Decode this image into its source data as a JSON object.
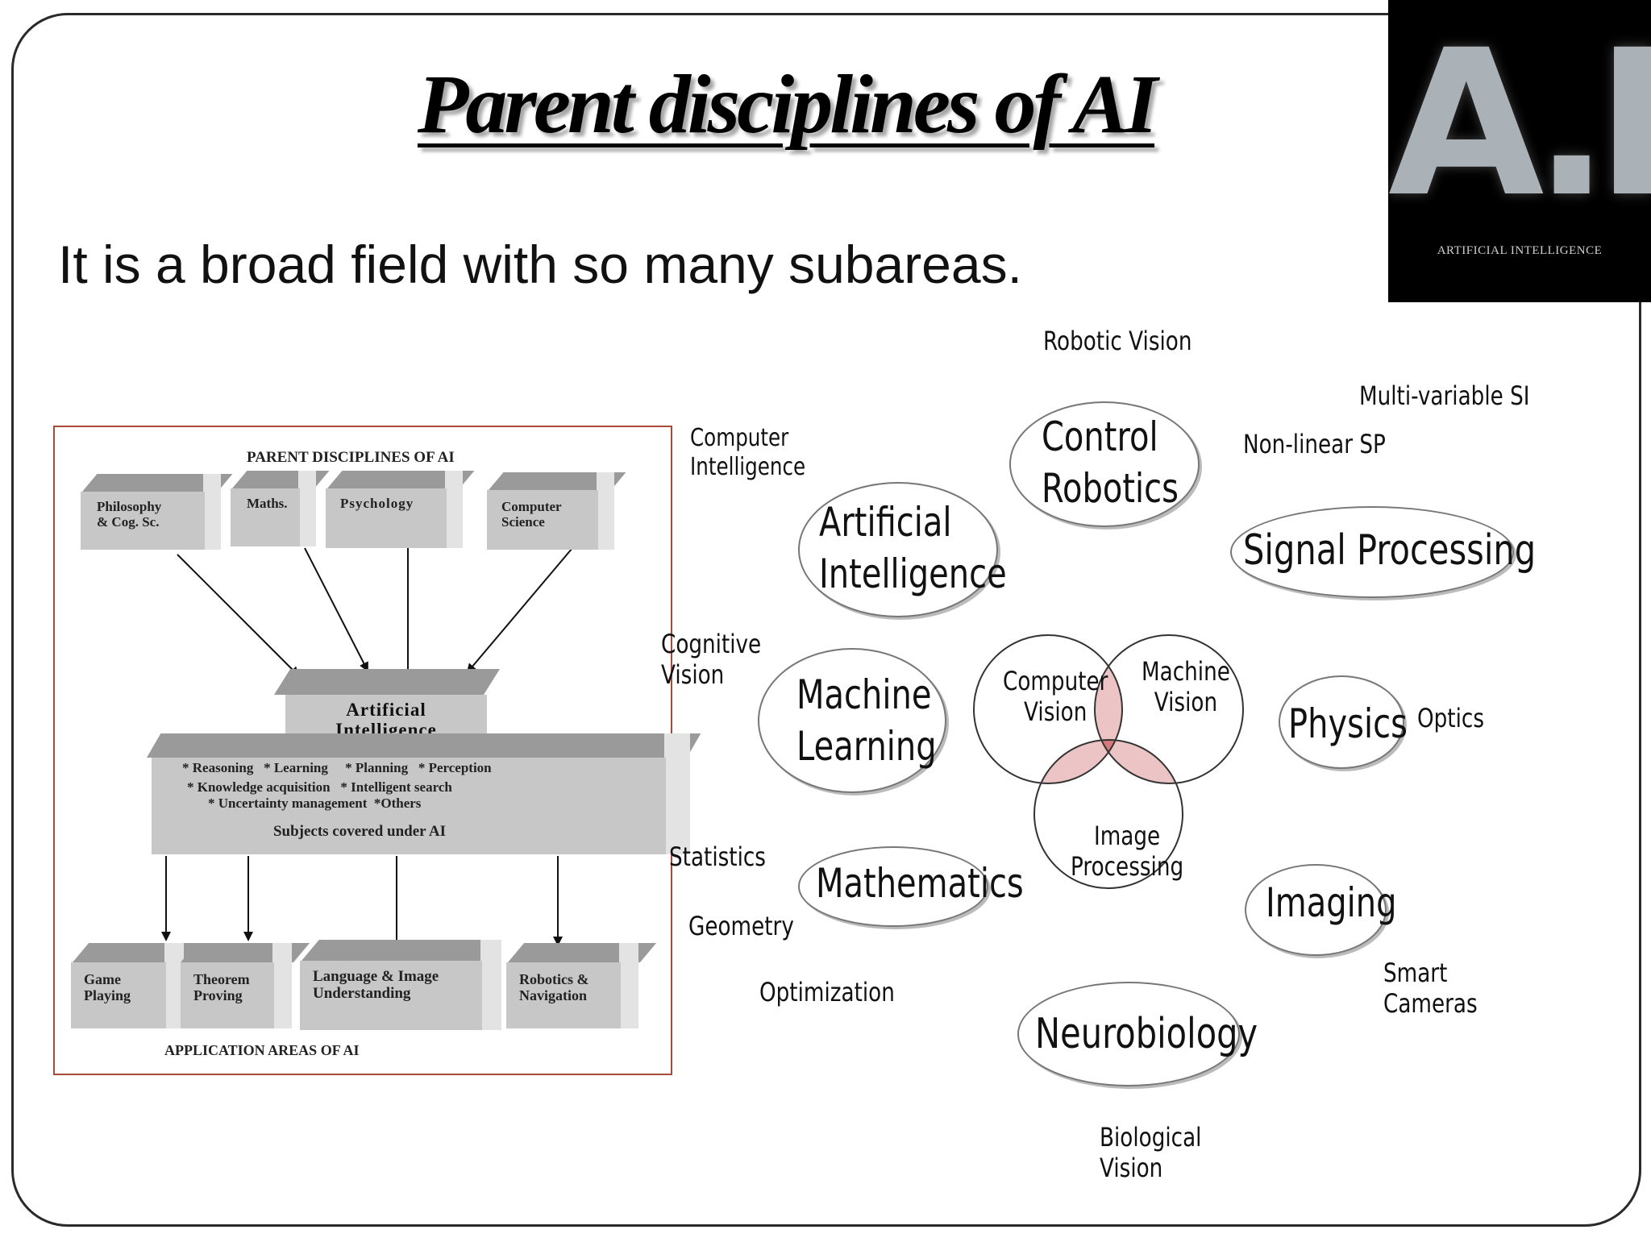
{
  "slide": {
    "title": "Parent disciplines of AI",
    "subtitle": "It is a broad field with so many subareas."
  },
  "logo": {
    "mark": "A.I.",
    "tagline": "ARTIFICIAL INTELLIGENCE"
  },
  "left_diagram": {
    "header": "PARENT DISCIPLINES OF AI",
    "parents": [
      "Philosophy\n& Cog. Sc.",
      "Maths.",
      "Psychology",
      "Computer\nScience"
    ],
    "center_title": "Artificial\nIntelligence",
    "subjects_line1": "* Reasoning   * Learning     * Planning   * Perception",
    "subjects_line2": "* Knowledge acquisition   * Intelligent search",
    "subjects_line3": "* Uncertainty management  *Others",
    "subjects_caption": "Subjects covered under AI",
    "applications": [
      "Game\nPlaying",
      "Theorem\nProving",
      "Language & Image\nUnderstanding",
      "Robotics &\nNavigation"
    ],
    "footer": "APPLICATION AREAS OF AI"
  },
  "right_diagram": {
    "clouds": {
      "control_robotics": "Control\nRobotics",
      "artificial_intelligence": "Artificial\nIntelligence",
      "signal_processing": "Signal Processing",
      "machine_learning": "Machine\nLearning",
      "physics": "Physics",
      "mathematics": "Mathematics",
      "imaging": "Imaging",
      "neurobiology": "Neurobiology"
    },
    "venn": {
      "computer_vision": "Computer\nVision",
      "machine_vision": "Machine\nVision",
      "image_processing": "Image\nProcessing"
    },
    "labels": {
      "robotic_vision": "Robotic Vision",
      "multi_variable_si": "Multi-variable SI",
      "non_linear_sp": "Non-linear SP",
      "computer_intelligence": "Computer\nIntelligence",
      "cognitive_vision": "Cognitive\nVision",
      "optics": "Optics",
      "statistics": "Statistics",
      "geometry": "Geometry",
      "optimization": "Optimization",
      "smart_cameras": "Smart\nCameras",
      "biological_vision": "Biological\nVision"
    }
  },
  "colors": {
    "panel_border": "#a84a3a",
    "box_front": "#c7c7c7",
    "box_top": "#9a9a9a",
    "venn_overlap": "#ecc4c6",
    "venn_center": "#d6797d",
    "logo_background": "#000000"
  }
}
